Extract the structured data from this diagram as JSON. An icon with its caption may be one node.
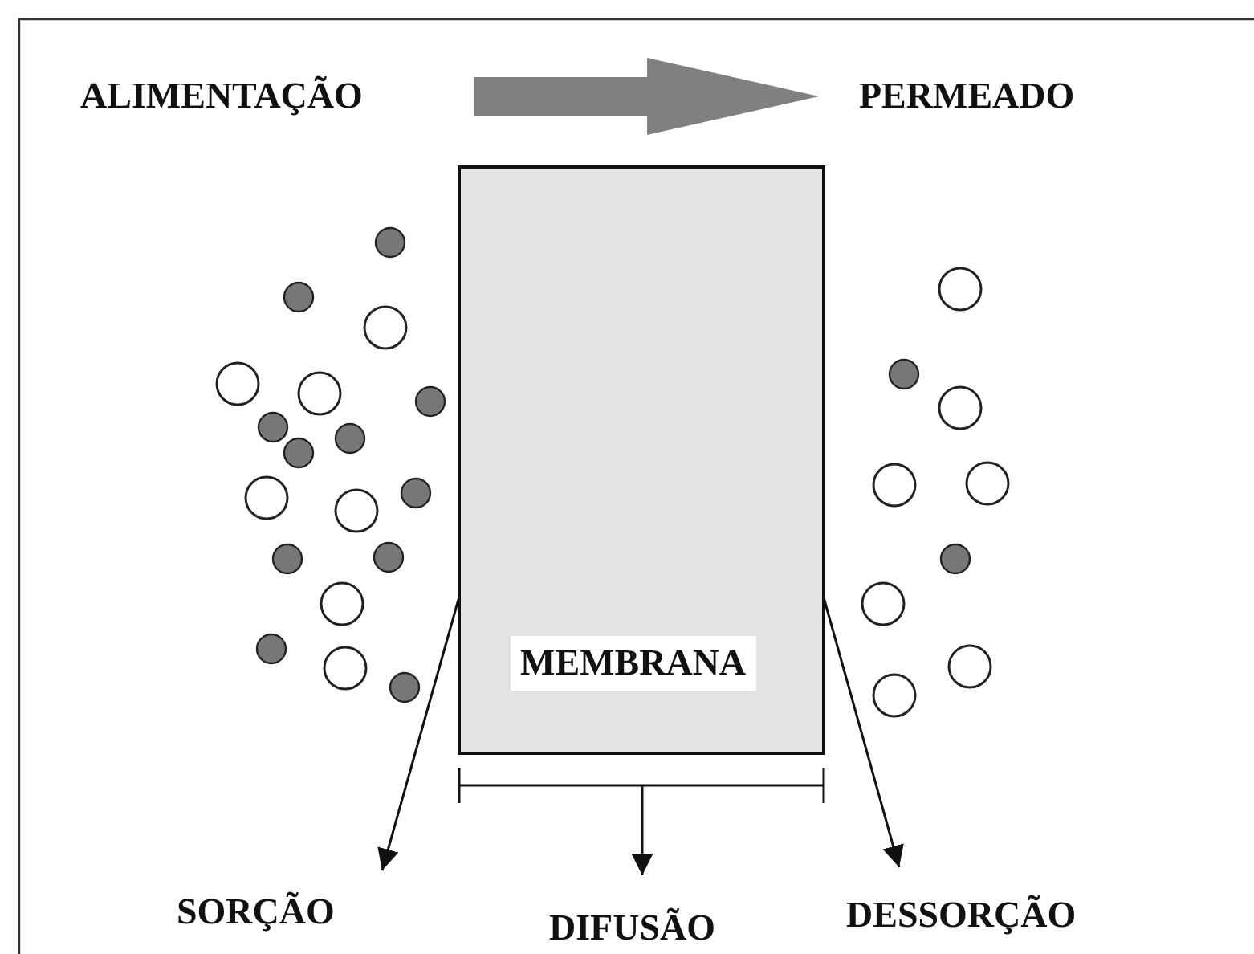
{
  "diagram": {
    "nodes": [
      {
        "text": [
          "ALIMENTAÇÃO"
        ]
      },
      {
        "text": [
          "PERMEADO"
        ]
      },
      {
        "text": [
          "MEMBRANA"
        ]
      },
      {
        "text": [
          "SORÇÃO"
        ]
      },
      {
        "text": [
          "DIFUSÃO"
        ]
      },
      {
        "text": [
          "DESSORÇÃO"
        ]
      },
      {
        "text": [],
        "shape": "bar"
      }
    ],
    "edges": [
      {
        "from": 0,
        "to": 1,
        "arrow": "to",
        "style": "thick",
        "color": "#808080"
      },
      {
        "from": 2,
        "to": 3,
        "arrow": "to"
      },
      {
        "from": 6,
        "to": 4,
        "arrow": "to"
      },
      {
        "from": 2,
        "to": 5,
        "arrow": "to"
      }
    ]
  }
}
